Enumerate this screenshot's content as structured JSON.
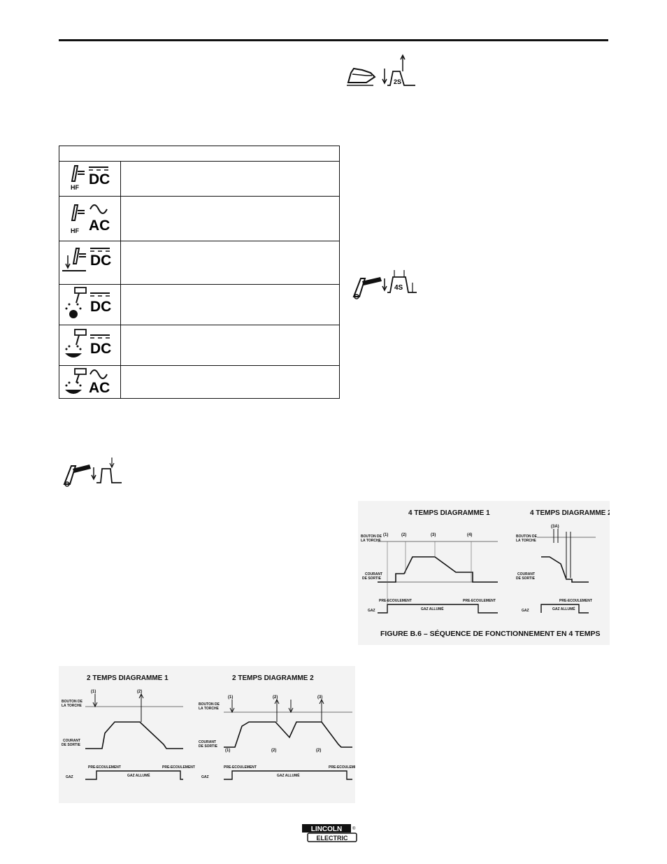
{
  "header": {
    "rule": true
  },
  "trigger_icons": {
    "two_step_label": "2S",
    "four_step_label": "4S"
  },
  "mode_table": {
    "rows": [
      {
        "torch": "HF",
        "current": "DC"
      },
      {
        "torch": "HF",
        "current": "AC"
      },
      {
        "torch": "",
        "current": "DC"
      },
      {
        "torch": "",
        "current": "DC"
      },
      {
        "torch": "",
        "current": "DC"
      },
      {
        "torch": "",
        "current": "AC"
      }
    ]
  },
  "figure_4t": {
    "diagram1_title": "4 TEMPS DIAGRAMME 1",
    "diagram2_title": "4 TEMPS DIAGRAMME 2",
    "bouton": [
      "BOUTON DE",
      "LA TORCHE"
    ],
    "courant": [
      "COURANT",
      "DE SORTIE"
    ],
    "gaz": "GAZ",
    "gaz_allume": "GAZ ALLUMÉ",
    "pre_ecoulement": "PRE-ECOULEMENT",
    "markers1": [
      "(1)",
      "(2)",
      "(3)",
      "(4)"
    ],
    "marker2": "(3A)",
    "caption": "FIGURE B.6 – SÉQUENCE DE FONCTIONNEMENT EN 4 TEMPS"
  },
  "figure_2t": {
    "diagram1_title": "2 TEMPS DIAGRAMME 1",
    "diagram2_title": "2 TEMPS DIAGRAMME 2",
    "bouton": [
      "BOUTON DE",
      "LA TORCHE"
    ],
    "courant": [
      "COURANT",
      "DE SORTIE"
    ],
    "gaz": "GAZ",
    "gaz_allume": "GAZ ALLUMÉ",
    "pre_ecoulement": "PRE-ECOULEMENT",
    "markers1": [
      "(1)",
      "(2)"
    ],
    "markers2": [
      "(1)",
      "(2)",
      "(3)",
      "(1)",
      "(2)",
      "(2)"
    ]
  },
  "logo": {
    "line1": "LINCOLN",
    "line2": "ELECTRIC",
    "mark": "®"
  }
}
